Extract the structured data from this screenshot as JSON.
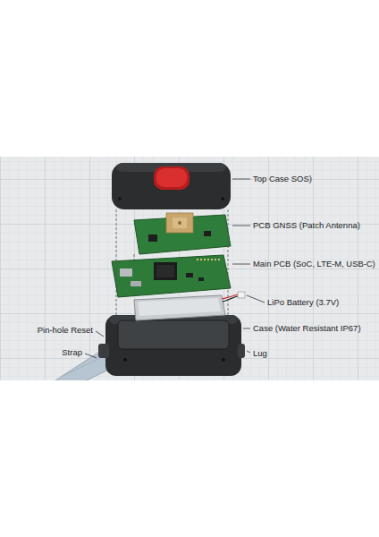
{
  "diagram": {
    "labels": [
      "Top Case SOS)",
      "PCB GNSS (Patch Antenna)",
      "Main PCB (SoC, LTE-M, USB-C)",
      "LiPo Battery (3.7V)",
      "Case (Water Resistant IP67)",
      "Lug",
      "Pin-hole Reset",
      "Strap"
    ]
  }
}
